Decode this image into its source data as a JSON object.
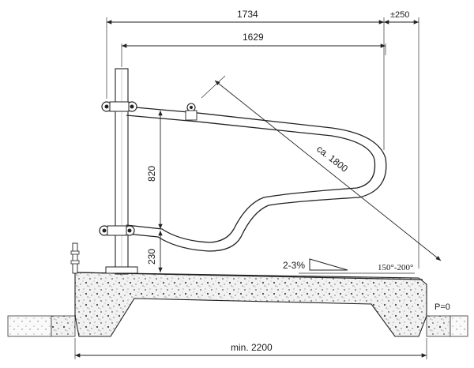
{
  "dimensions": {
    "overall_width": "1734",
    "extension": "±250",
    "inner_width": "1629",
    "height_upper": "820",
    "height_lower": "230",
    "diagonal": "ca. 1800",
    "base_length": "min. 2200"
  },
  "annotations": {
    "slope": "2-3%",
    "angle": "150°-200°",
    "pressure": "P=0"
  }
}
